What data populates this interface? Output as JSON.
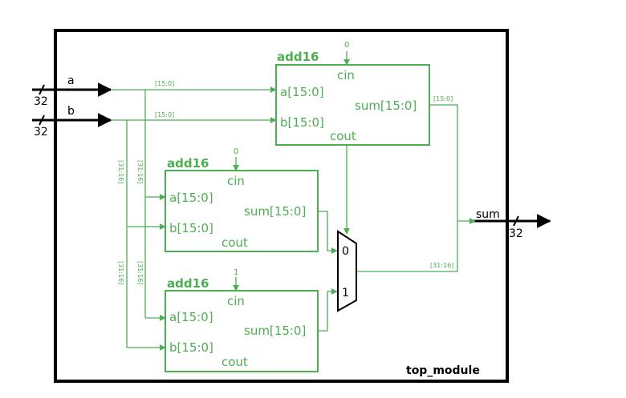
{
  "module_name": "top_module",
  "inputs": [
    {
      "name": "a",
      "width": "32"
    },
    {
      "name": "b",
      "width": "32"
    }
  ],
  "output": {
    "name": "sum",
    "width": "32"
  },
  "adders": [
    {
      "title": "add16",
      "cin_value": "0",
      "cin": "cin",
      "a": "a[15:0]",
      "b": "b[15:0]",
      "sum": "sum[15:0]",
      "cout": "cout"
    },
    {
      "title": "add16",
      "cin_value": "0",
      "cin": "cin",
      "a": "a[15:0]",
      "b": "b[15:0]",
      "sum": "sum[15:0]",
      "cout": "cout"
    },
    {
      "title": "add16",
      "cin_value": "1",
      "cin": "cin",
      "a": "a[15:0]",
      "b": "b[15:0]",
      "sum": "sum[15:0]",
      "cout": "cout"
    }
  ],
  "mux": {
    "in0": "0",
    "in1": "1"
  },
  "bus_labels": {
    "a_low": "[15:0]",
    "b_low": "[15:0]",
    "a_high_1": "[31:16]",
    "b_high_1": "[31:16]",
    "a_high_2": "[31:16]",
    "b_high_2": "[31:16]",
    "sum_low": "[15:0]",
    "sum_high": "[31:16]"
  },
  "colors": {
    "wire": "#4caf50",
    "border": "#000000"
  }
}
